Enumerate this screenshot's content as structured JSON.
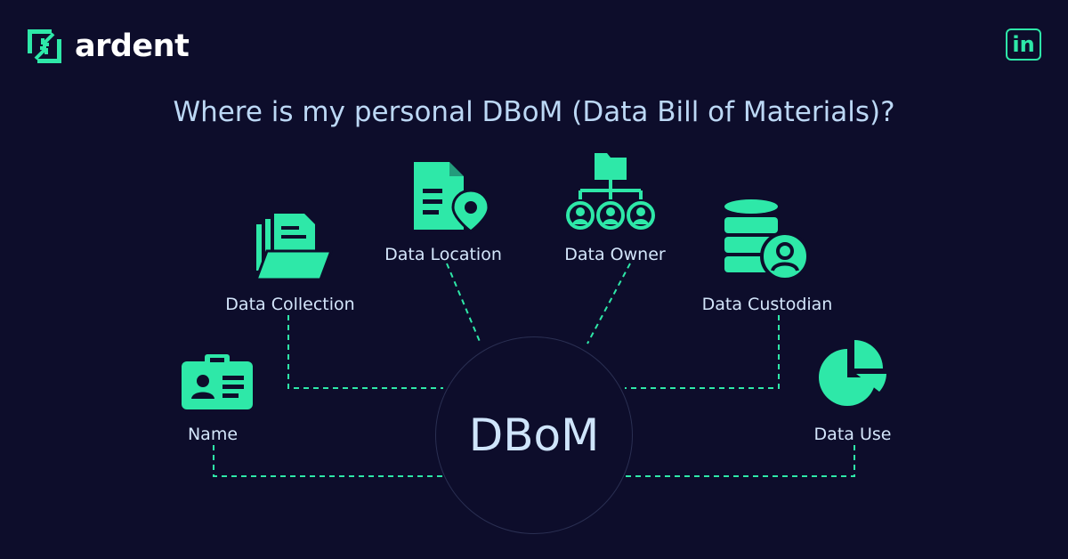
{
  "brand": {
    "name": "ardent",
    "logo_icon": "compress-arrows-icon"
  },
  "social": {
    "label": "in",
    "icon": "linkedin-icon"
  },
  "headline": "Where is my personal DBoM (Data Bill of Materials)?",
  "hub": {
    "label": "DBoM"
  },
  "nodes": {
    "name": {
      "label": "Name",
      "icon": "id-card-icon"
    },
    "collection": {
      "label": "Data Collection",
      "icon": "folder-documents-icon"
    },
    "location": {
      "label": "Data Location",
      "icon": "document-location-icon"
    },
    "owner": {
      "label": "Data Owner",
      "icon": "org-chart-icon"
    },
    "custodian": {
      "label": "Data Custodian",
      "icon": "database-user-icon"
    },
    "use": {
      "label": "Data Use",
      "icon": "pie-chart-icon"
    }
  },
  "colors": {
    "background": "#0d0d2b",
    "accent": "#2ee8a8",
    "text": "#d4e6fb"
  }
}
